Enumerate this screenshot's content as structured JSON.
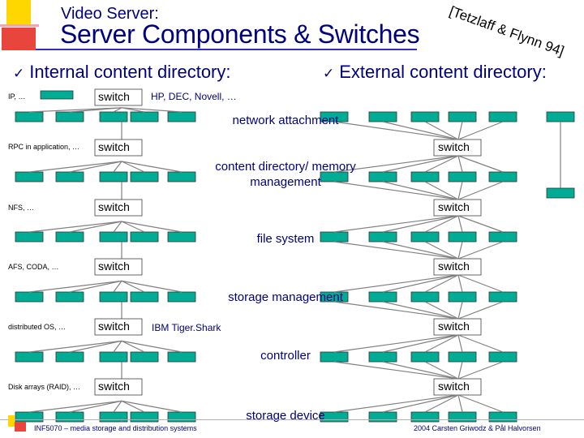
{
  "header": {
    "subtitle": "Video Server:",
    "title": "Server Components & Switches",
    "citation": "[Tetzlaff & Flynn 94]"
  },
  "bullets": {
    "internal": "Internal content directory:",
    "external": "External content directory:"
  },
  "layers": [
    {
      "left_label": "IP, …",
      "switch": "switch",
      "note": "HP, DEC, Novell, …",
      "label": "network attachment"
    },
    {
      "left_label": "RPC in application, …",
      "switch": "switch",
      "right_switch": "switch",
      "label": "content directory/ memory management"
    },
    {
      "left_label": "NFS, …",
      "switch": "switch",
      "right_switch": "switch",
      "label": "file system"
    },
    {
      "left_label": "AFS, CODA, …",
      "switch": "switch",
      "right_switch": "switch",
      "label": "storage management"
    },
    {
      "left_label": "distributed OS, …",
      "switch": "switch",
      "right_switch": "switch",
      "note": "IBM Tiger.Shark",
      "label": "controller"
    },
    {
      "left_label": "Disk arrays (RAID), …",
      "switch": "switch",
      "right_switch": "switch",
      "label": "storage device"
    }
  ],
  "footer": {
    "left": "INF5070 – media storage and distribution systems",
    "right": "2004  Carsten Griwodz & Pål Halvorsen"
  },
  "colors": {
    "box_fill": "#00ad94",
    "title_blue": "#000080",
    "switch_box": "#c0c0c0"
  }
}
